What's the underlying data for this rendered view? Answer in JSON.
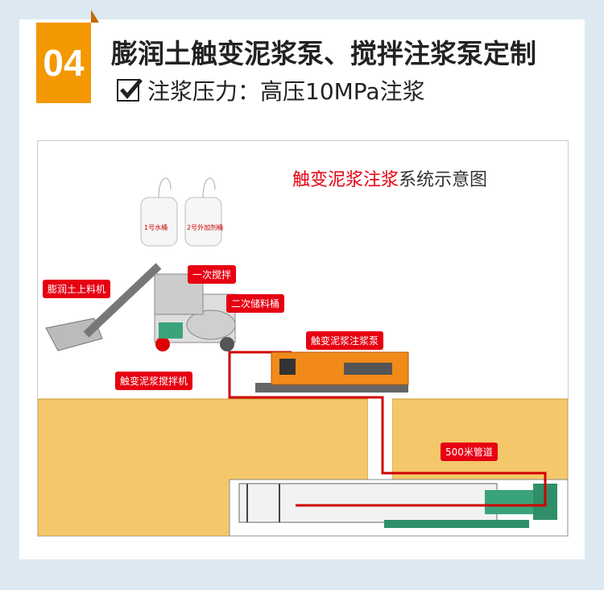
{
  "header": {
    "number": "04",
    "title": "膨润土触变泥浆泵、搅拌注浆泵定制",
    "subtitle": "注浆压力：高压10MPa注浆"
  },
  "diagram": {
    "title_red": "触变泥浆注浆",
    "title_black": "系统示意图",
    "tank1": "1号水桶",
    "tank2": "2号外加剂桶",
    "labels": {
      "loader": "膨润土上料机",
      "mix1": "一次搅拌",
      "storage": "二次储料桶",
      "pump": "触变泥浆注浆泵",
      "mixer": "触变泥浆搅拌机",
      "pipe": "500米管道"
    }
  },
  "colors": {
    "badge": "#f39800",
    "accent_red": "#e60012",
    "ground": "#f4c86a",
    "pipe": "#d00000"
  }
}
